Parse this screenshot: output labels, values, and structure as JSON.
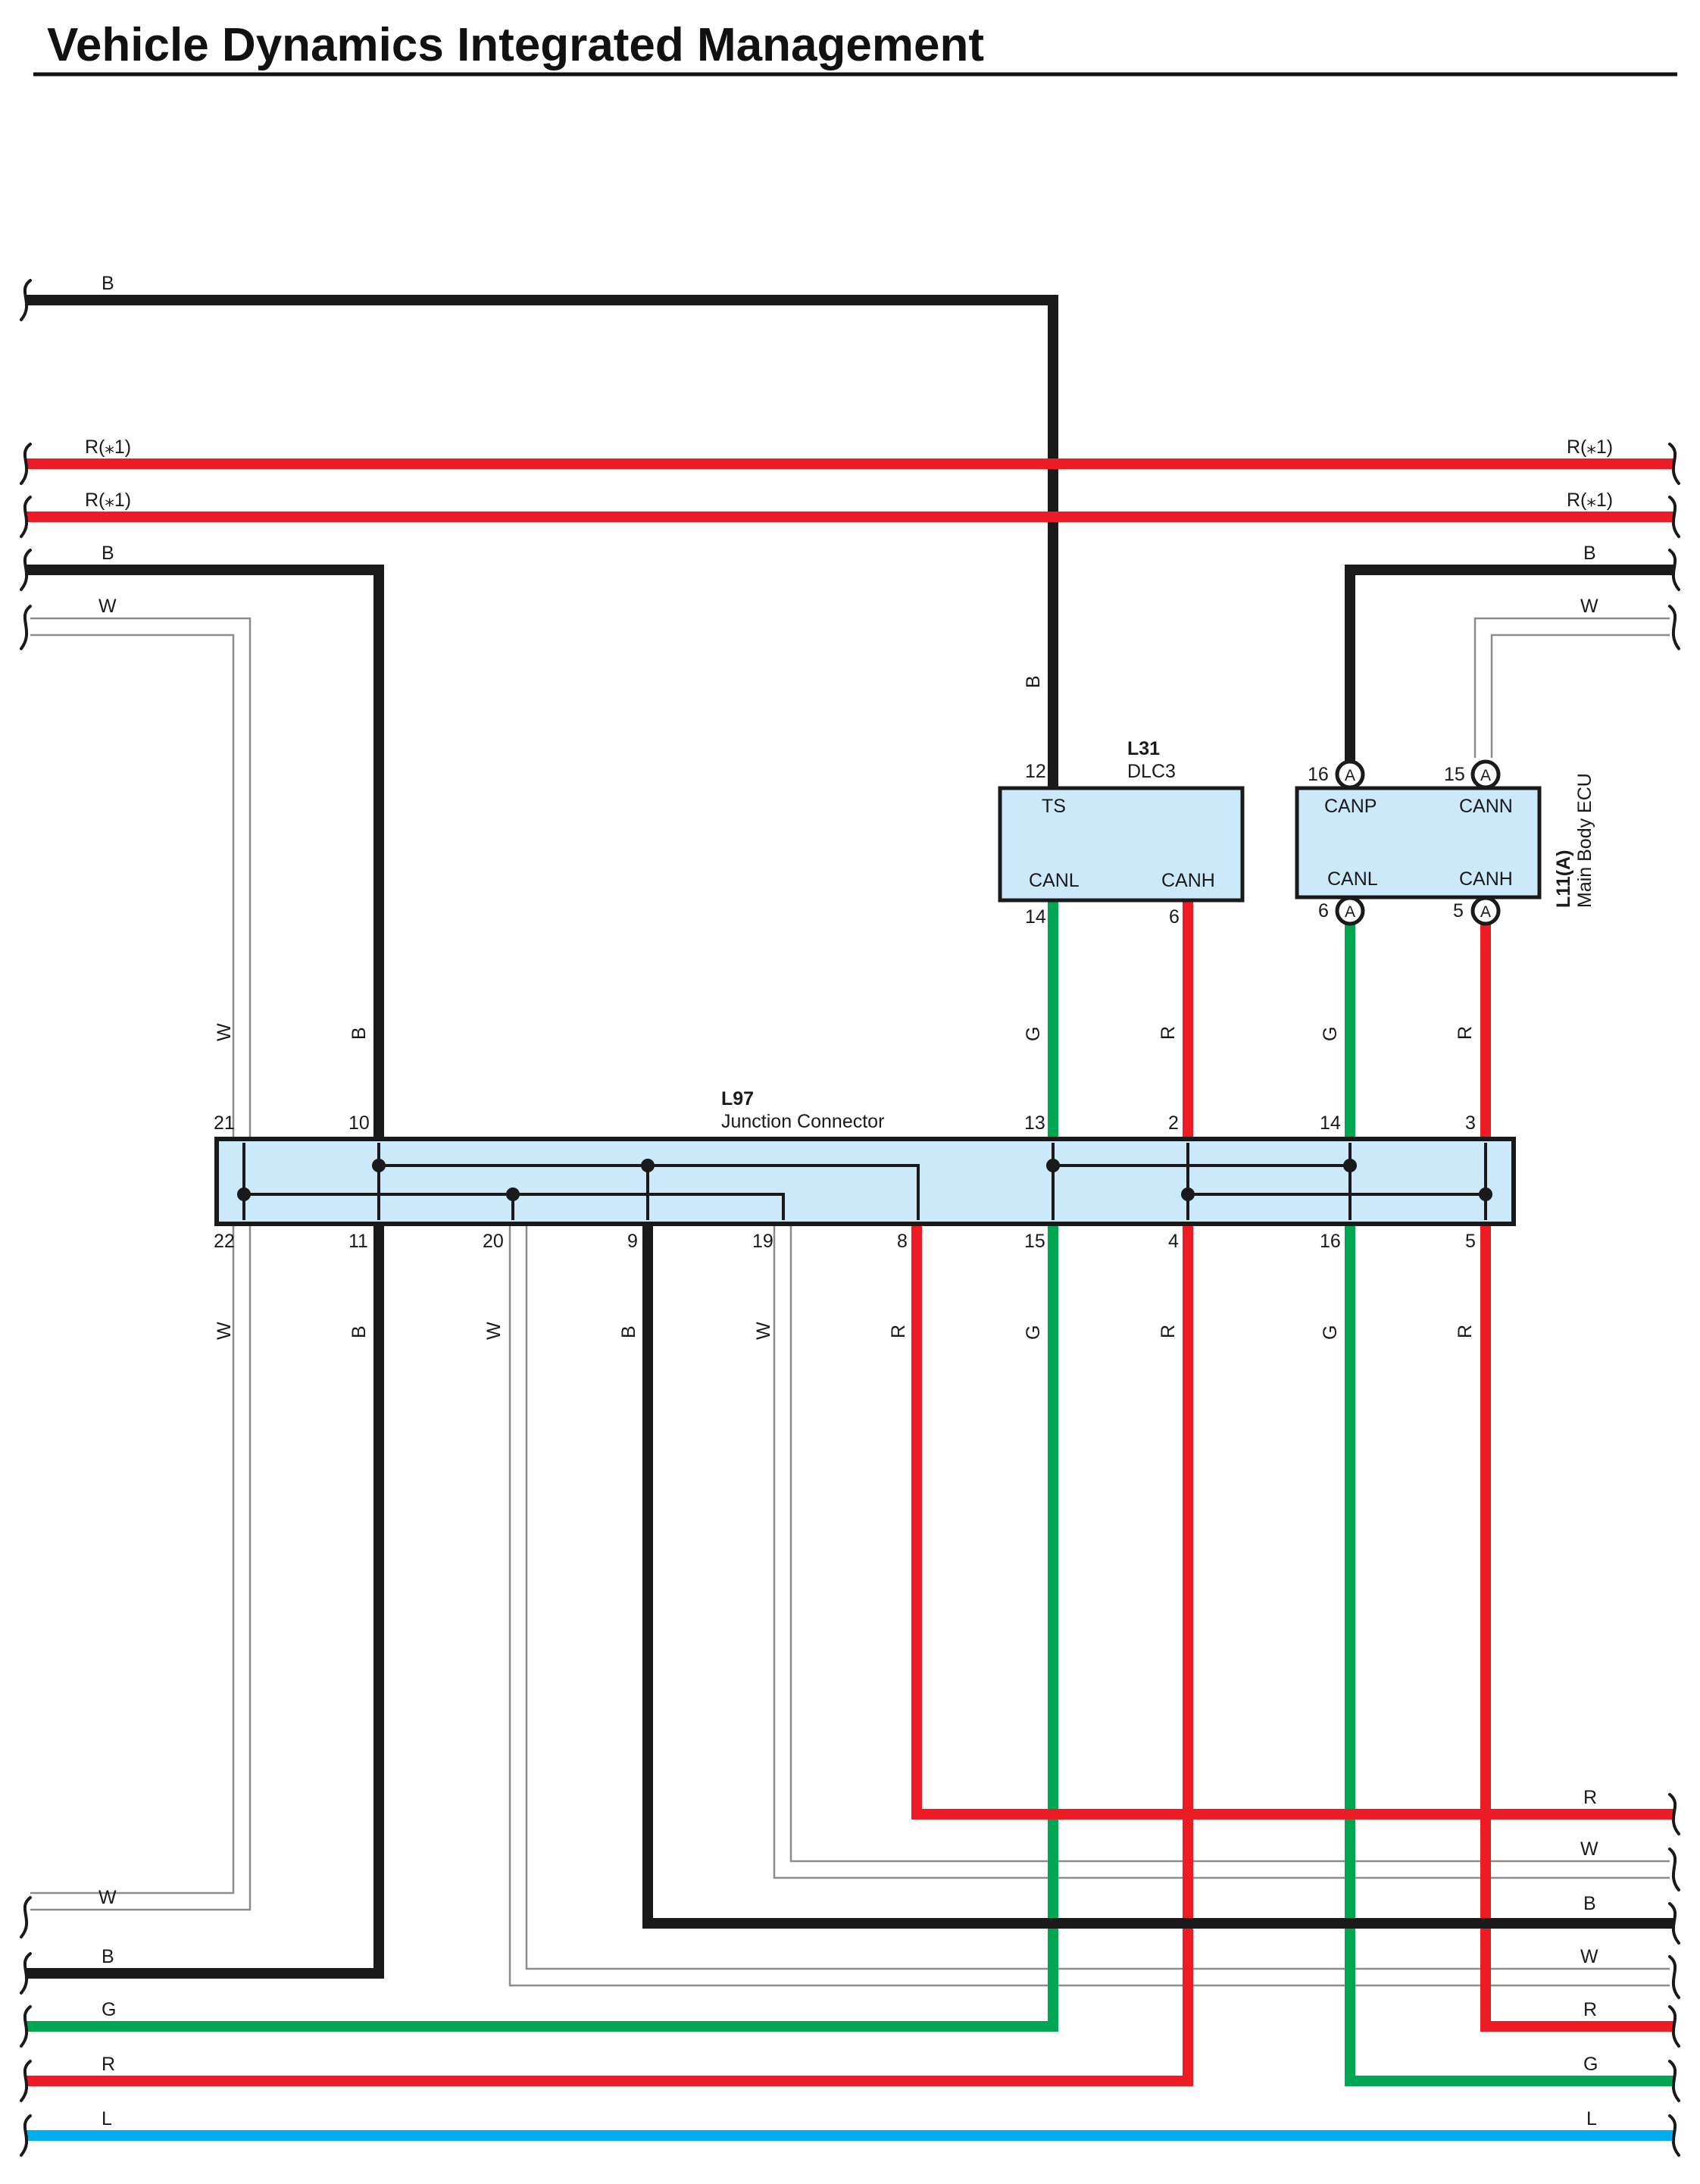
{
  "header": {
    "title": "Vehicle Dynamics Integrated Management"
  },
  "colors": {
    "B": "#1a1a1a",
    "R": "#ec1c24",
    "G": "#00a651",
    "L": "#00aeef",
    "W_outline": "#8c8c8c",
    "box_fill": "#cce9f9",
    "box_stroke": "#1a1a1a"
  },
  "wire_labels": {
    "left": [
      "B",
      "R(⁎1)",
      "R(⁎1)",
      "B",
      "W",
      "W",
      "B",
      "G",
      "R",
      "L"
    ],
    "right_top": [
      "R(⁎1)",
      "R(⁎1)",
      "B",
      "W"
    ],
    "right_bottom": [
      "R",
      "W",
      "B",
      "W",
      "R",
      "G",
      "L"
    ],
    "vertical": [
      "B",
      "W",
      "B",
      "G",
      "R",
      "G",
      "R",
      "W",
      "B",
      "W",
      "B",
      "W",
      "R",
      "G",
      "R",
      "G",
      "R"
    ]
  },
  "connectors": {
    "dlc3": {
      "code": "L31",
      "name": "DLC3",
      "pins": {
        "ts": "12",
        "canl": "14",
        "canh": "6"
      },
      "signals": {
        "ts": "TS",
        "canl": "CANL",
        "canh": "CANH"
      }
    },
    "main_body_ecu": {
      "code": "L11(A)",
      "name": "Main Body ECU",
      "circle_letter": "A",
      "pins": {
        "canp": "16",
        "cann": "15",
        "canl": "6",
        "canh": "5"
      },
      "signals": {
        "canp": "CANP",
        "cann": "CANN",
        "canl": "CANL",
        "canh": "CANH"
      }
    },
    "junction": {
      "code": "L97",
      "name": "Junction Connector",
      "top_pins": [
        "21",
        "10",
        "13",
        "2",
        "14",
        "3"
      ],
      "bottom_pins": [
        "22",
        "11",
        "20",
        "9",
        "19",
        "8",
        "15",
        "4",
        "16",
        "5"
      ]
    }
  }
}
